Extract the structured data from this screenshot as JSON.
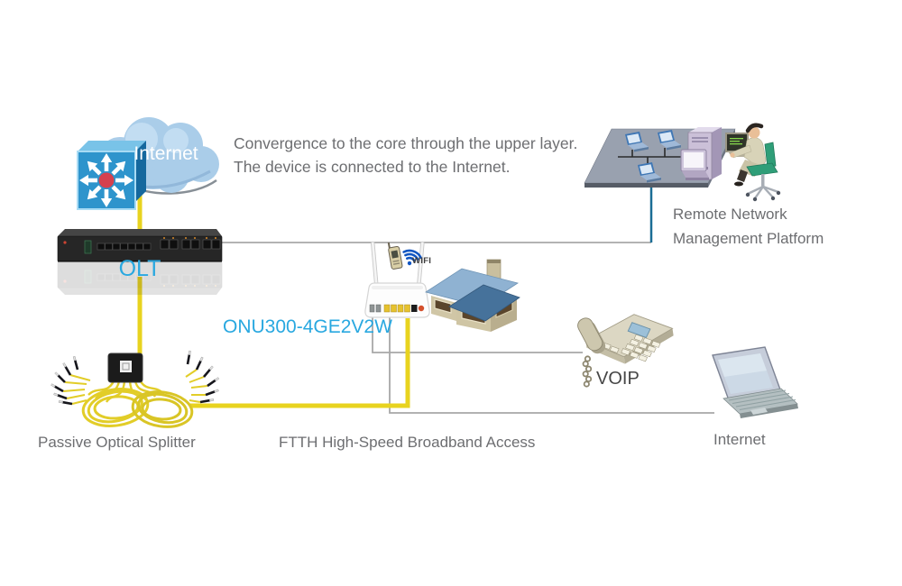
{
  "diagram": {
    "background": "#ffffff",
    "note": {
      "line1": "Convergence to the core through the upper layer.",
      "line2": "The device is connected to the Internet."
    },
    "nodes": {
      "internet_cloud": {
        "label": "Internet"
      },
      "olt": {
        "label": "OLT"
      },
      "onu": {
        "label": "ONU300-4GE2V2W",
        "wifi_badge": "WIFI"
      },
      "passive_optical_splitter": {
        "label": "Passive Optical Splitter"
      },
      "remote_platform": {
        "label_line1": "Remote Network",
        "label_line2": "Management Platform"
      },
      "voip_phone": {
        "label": "VOIP"
      },
      "subscriber_laptop": {
        "label": "Internet"
      }
    },
    "caption": {
      "ftth": "FTTH High-Speed Broadband Access"
    },
    "colors": {
      "device_label_blue": "#29a8e0",
      "caption_gray": "#6d6e71",
      "fiber_yellow": "#e8d31f",
      "ethernet_gray": "#a8a8a8",
      "management_teal": "#1b6d95",
      "cloud_blue": "#aacde9",
      "router_icon_blue": "#2e94cc",
      "router_icon_red": "#d5404e",
      "platform_gray": "#99a1af"
    }
  }
}
